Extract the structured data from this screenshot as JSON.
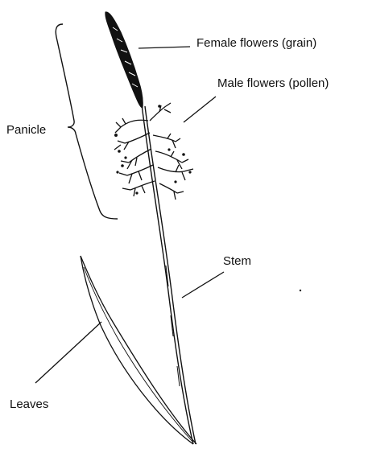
{
  "labels": {
    "female_flowers": "Female flowers (grain)",
    "male_flowers": "Male flowers (pollen)",
    "panicle": "Panicle",
    "stem": "Stem",
    "leaves": "Leaves"
  },
  "colors": {
    "ink": "#111111",
    "background": "#ffffff"
  }
}
